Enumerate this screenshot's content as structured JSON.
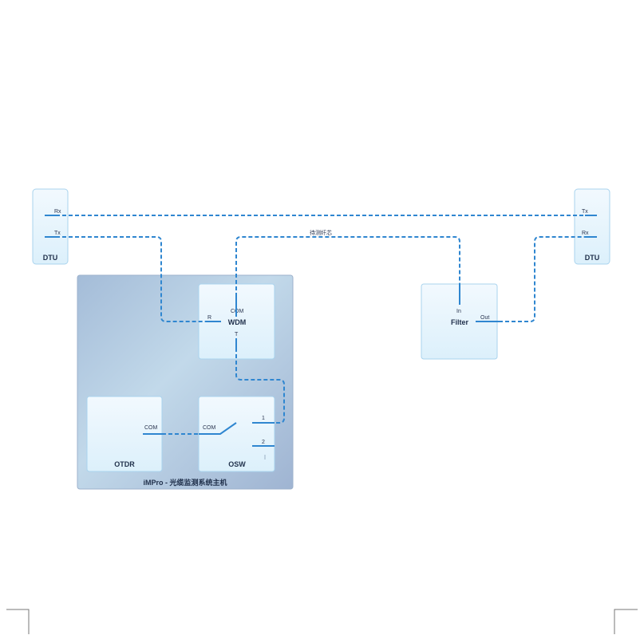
{
  "devices": {
    "dtu_left": {
      "name": "DTU",
      "ports": {
        "rx": "Rx",
        "tx": "Tx"
      }
    },
    "dtu_right": {
      "name": "DTU",
      "ports": {
        "tx": "Tx",
        "rx": "Rx"
      }
    },
    "host": {
      "name": "iMPro - 光缆监测系统主机"
    },
    "wdm": {
      "name": "WDM",
      "ports": {
        "com": "COM",
        "r": "R",
        "t": "T"
      }
    },
    "otdr": {
      "name": "OTDR",
      "ports": {
        "com": "COM"
      }
    },
    "osw": {
      "name": "OSW",
      "ports": {
        "com": "COM",
        "p1": "1",
        "p2": "2"
      }
    },
    "filter": {
      "name": "Filter",
      "ports": {
        "in": "In",
        "out": "Out"
      }
    }
  },
  "fiber_label": "待测纤芯",
  "colors": {
    "fiber": "#2f86d0",
    "box_fill": "#e6f4fc",
    "box_stroke": "#a9d3ee"
  }
}
